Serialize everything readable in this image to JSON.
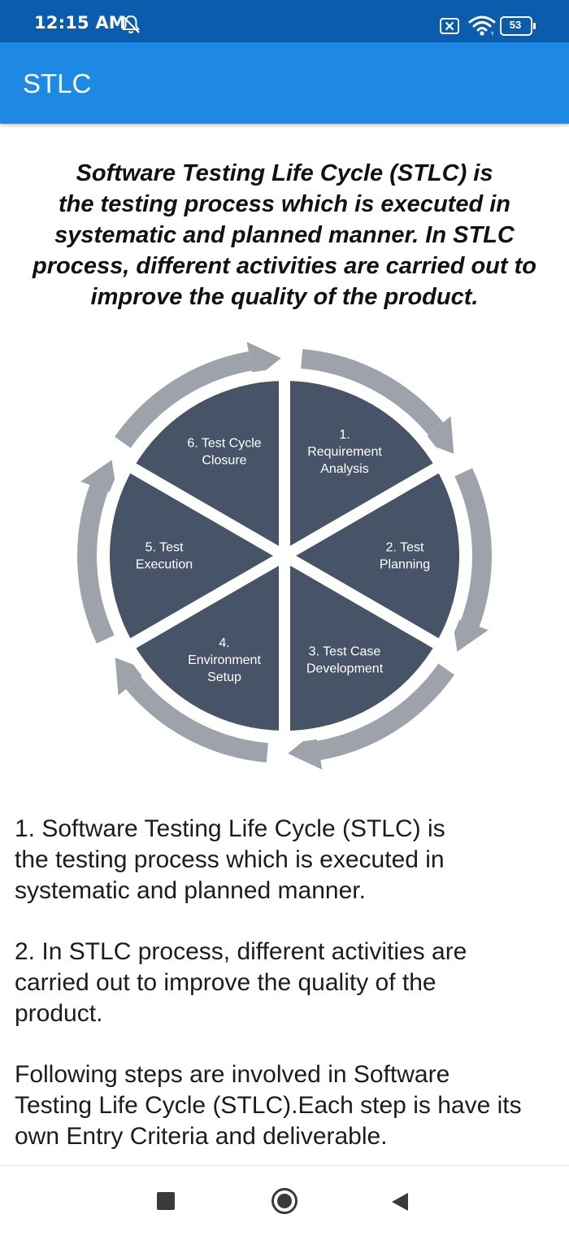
{
  "status_bar": {
    "time": "12:15 AM",
    "battery": "53",
    "icons": [
      "bell-off-icon",
      "sim-x-icon",
      "wifi-icon",
      "battery-icon"
    ]
  },
  "app_bar": {
    "title": "STLC"
  },
  "intro": {
    "text": "Software Testing Life Cycle (STLC) is\nthe testing process which is executed in\nsystematic and planned manner. In STLC\nprocess, different activities are carried out to\nimprove the quality of the product."
  },
  "diagram": {
    "slices": [
      {
        "lines": [
          "1.",
          "Requirement",
          "Analysis"
        ]
      },
      {
        "lines": [
          "2. Test",
          "Planning"
        ]
      },
      {
        "lines": [
          "3. Test Case",
          "Development"
        ]
      },
      {
        "lines": [
          "4.",
          "Environment",
          "Setup"
        ]
      },
      {
        "lines": [
          "5. Test",
          "Execution"
        ]
      },
      {
        "lines": [
          "6. Test Cycle",
          "Closure"
        ]
      }
    ],
    "colors": {
      "slice": "#475468",
      "arrow": "#9ea3ab"
    }
  },
  "content": {
    "paragraphs": [
      "1. Software Testing Life Cycle (STLC) is\nthe testing process which is executed in\nsystematic and planned manner.",
      "2. In STLC process, different activities are\ncarried  out to improve the quality of the\nproduct.",
      "Following steps are involved in Software\nTesting Life Cycle (STLC).Each step is have its\nown Entry Criteria and deliverable."
    ]
  },
  "nav_bar": {
    "icons": [
      "recents-square-icon",
      "home-circle-icon",
      "back-triangle-icon"
    ]
  }
}
